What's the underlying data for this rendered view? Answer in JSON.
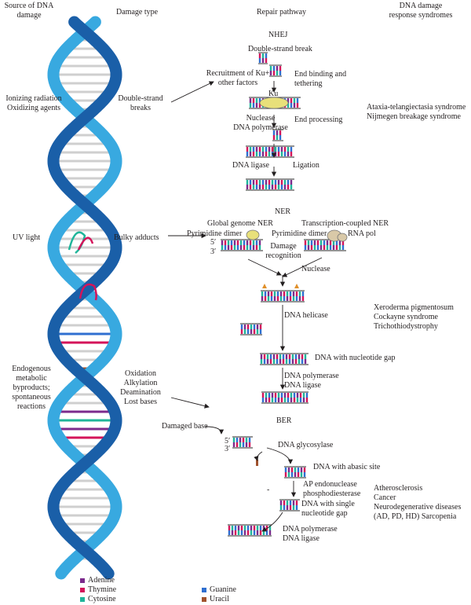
{
  "headers": {
    "source": "Source of DNA\ndamage",
    "damage_type": "Damage type",
    "repair_pathway": "Repair pathway",
    "syndromes": "DNA damage\nresponse syndromes"
  },
  "sources": [
    "Ionizing radiation\nOxidizing agents",
    "UV light",
    "Endogenous\nmetabolic\nbyproducts;\nspontaneous\nreactions"
  ],
  "damage_types": [
    "Double-strand\nbreaks",
    "Bulky adducts",
    "Oxidation\nAlkylation\nDeamination\nLost bases"
  ],
  "nhej": {
    "title": "NHEJ",
    "double_strand_break": "Double-strand break",
    "recruitment": "Recruitment of Ku+\nother factors",
    "end_binding": "End binding and\ntethering",
    "ku": "Ku",
    "nuclease": "Nuclease\nDNA polymerase",
    "end_processing": "End processing",
    "ligase": "DNA ligase",
    "ligation": "Ligation"
  },
  "ner": {
    "title": "NER",
    "global": "Global genome NER",
    "transcription": "Transcription-coupled NER",
    "pyr_dimer_1": "Pyrimidine dimer",
    "pyr_dimer_2": "Pyrimidine dimer",
    "rna_pol": "RNA pol",
    "five_prime": "5′",
    "three_prime": "3′",
    "damage_recognition": "Damage\nrecognition",
    "nuclease": "Nuclease",
    "helicase": "DNA helicase",
    "gap": "DNA with nucleotide gap",
    "polymerase_ligase": "DNA polymerase\nDNA ligase"
  },
  "ber": {
    "title": "BER",
    "damaged_base": "Damaged base",
    "five_prime": "5′",
    "three_prime": "3′",
    "glycosylase": "DNA glycosylase",
    "abasic": "DNA with abasic site",
    "ap_endo": "AP endonuclease\nphosphodiesterase",
    "single_gap": "DNA with single\nnucleotide gap",
    "polymerase_ligase": "DNA polymerase\nDNA ligase",
    "minus": "-"
  },
  "syndromes": [
    "Ataxia-telangiectasia syndrome\nNijmegen breakage syndrome",
    "Xeroderma pigmentosum\nCockayne syndrome\nTrichothiodystrophy",
    "Atherosclerosis\nCancer\nNeurodegenerative diseases\n(AD, PD, HD) Sarcopenia"
  ],
  "legend": [
    {
      "label": "Adenine",
      "color": "#7b2a8c"
    },
    {
      "label": "Thymine",
      "color": "#d4145a"
    },
    {
      "label": "Cytosine",
      "color": "#1fb59a"
    },
    {
      "label": "Guanine",
      "color": "#2f6fd0"
    },
    {
      "label": "Uracil",
      "color": "#a0522d"
    }
  ],
  "colors": {
    "helix_dark": "#1a5fa8",
    "helix_light": "#38a9e0",
    "rung": "#cfcfcf",
    "adenine": "#7b2a8c",
    "thymine": "#d4145a",
    "cytosine": "#1fb59a",
    "guanine": "#2f6fd0",
    "uracil": "#a0522d",
    "protein": "#e8e07a",
    "rna_pol": "#d9c9a8",
    "marker": "#e0902a"
  }
}
